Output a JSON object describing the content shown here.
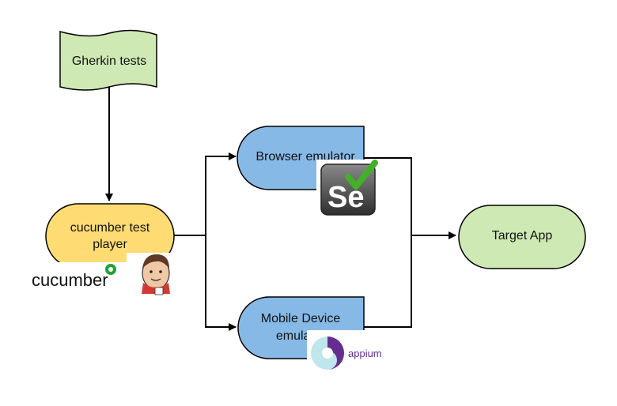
{
  "nodes": {
    "gherkin": {
      "label": "Gherkin tests",
      "color": "#cfe9b4"
    },
    "player": {
      "line1": "cucumber  test",
      "line2": "player",
      "color": "#ffdc73"
    },
    "browser": {
      "label": "Browser emulator",
      "color": "#86b9e6"
    },
    "mobile": {
      "line1": "Mobile Device",
      "line2": "emulator",
      "color": "#86b9e6"
    },
    "target": {
      "label": "Target App",
      "color": "#cfe9b4"
    }
  },
  "logos": {
    "cucumber": {
      "text": "cucumber",
      "icon": "cucumber-leaf-icon",
      "accent": "#21a336"
    },
    "jenkins": {
      "icon": "jenkins-butler-icon"
    },
    "selenium": {
      "text": "Se",
      "icon": "selenium-checkmark-icon",
      "accent": "#43b02a"
    },
    "appium": {
      "text": "appium",
      "icon": "appium-swirl-icon",
      "accent": "#662d91"
    }
  },
  "colors": {
    "stroke": "#000000"
  }
}
